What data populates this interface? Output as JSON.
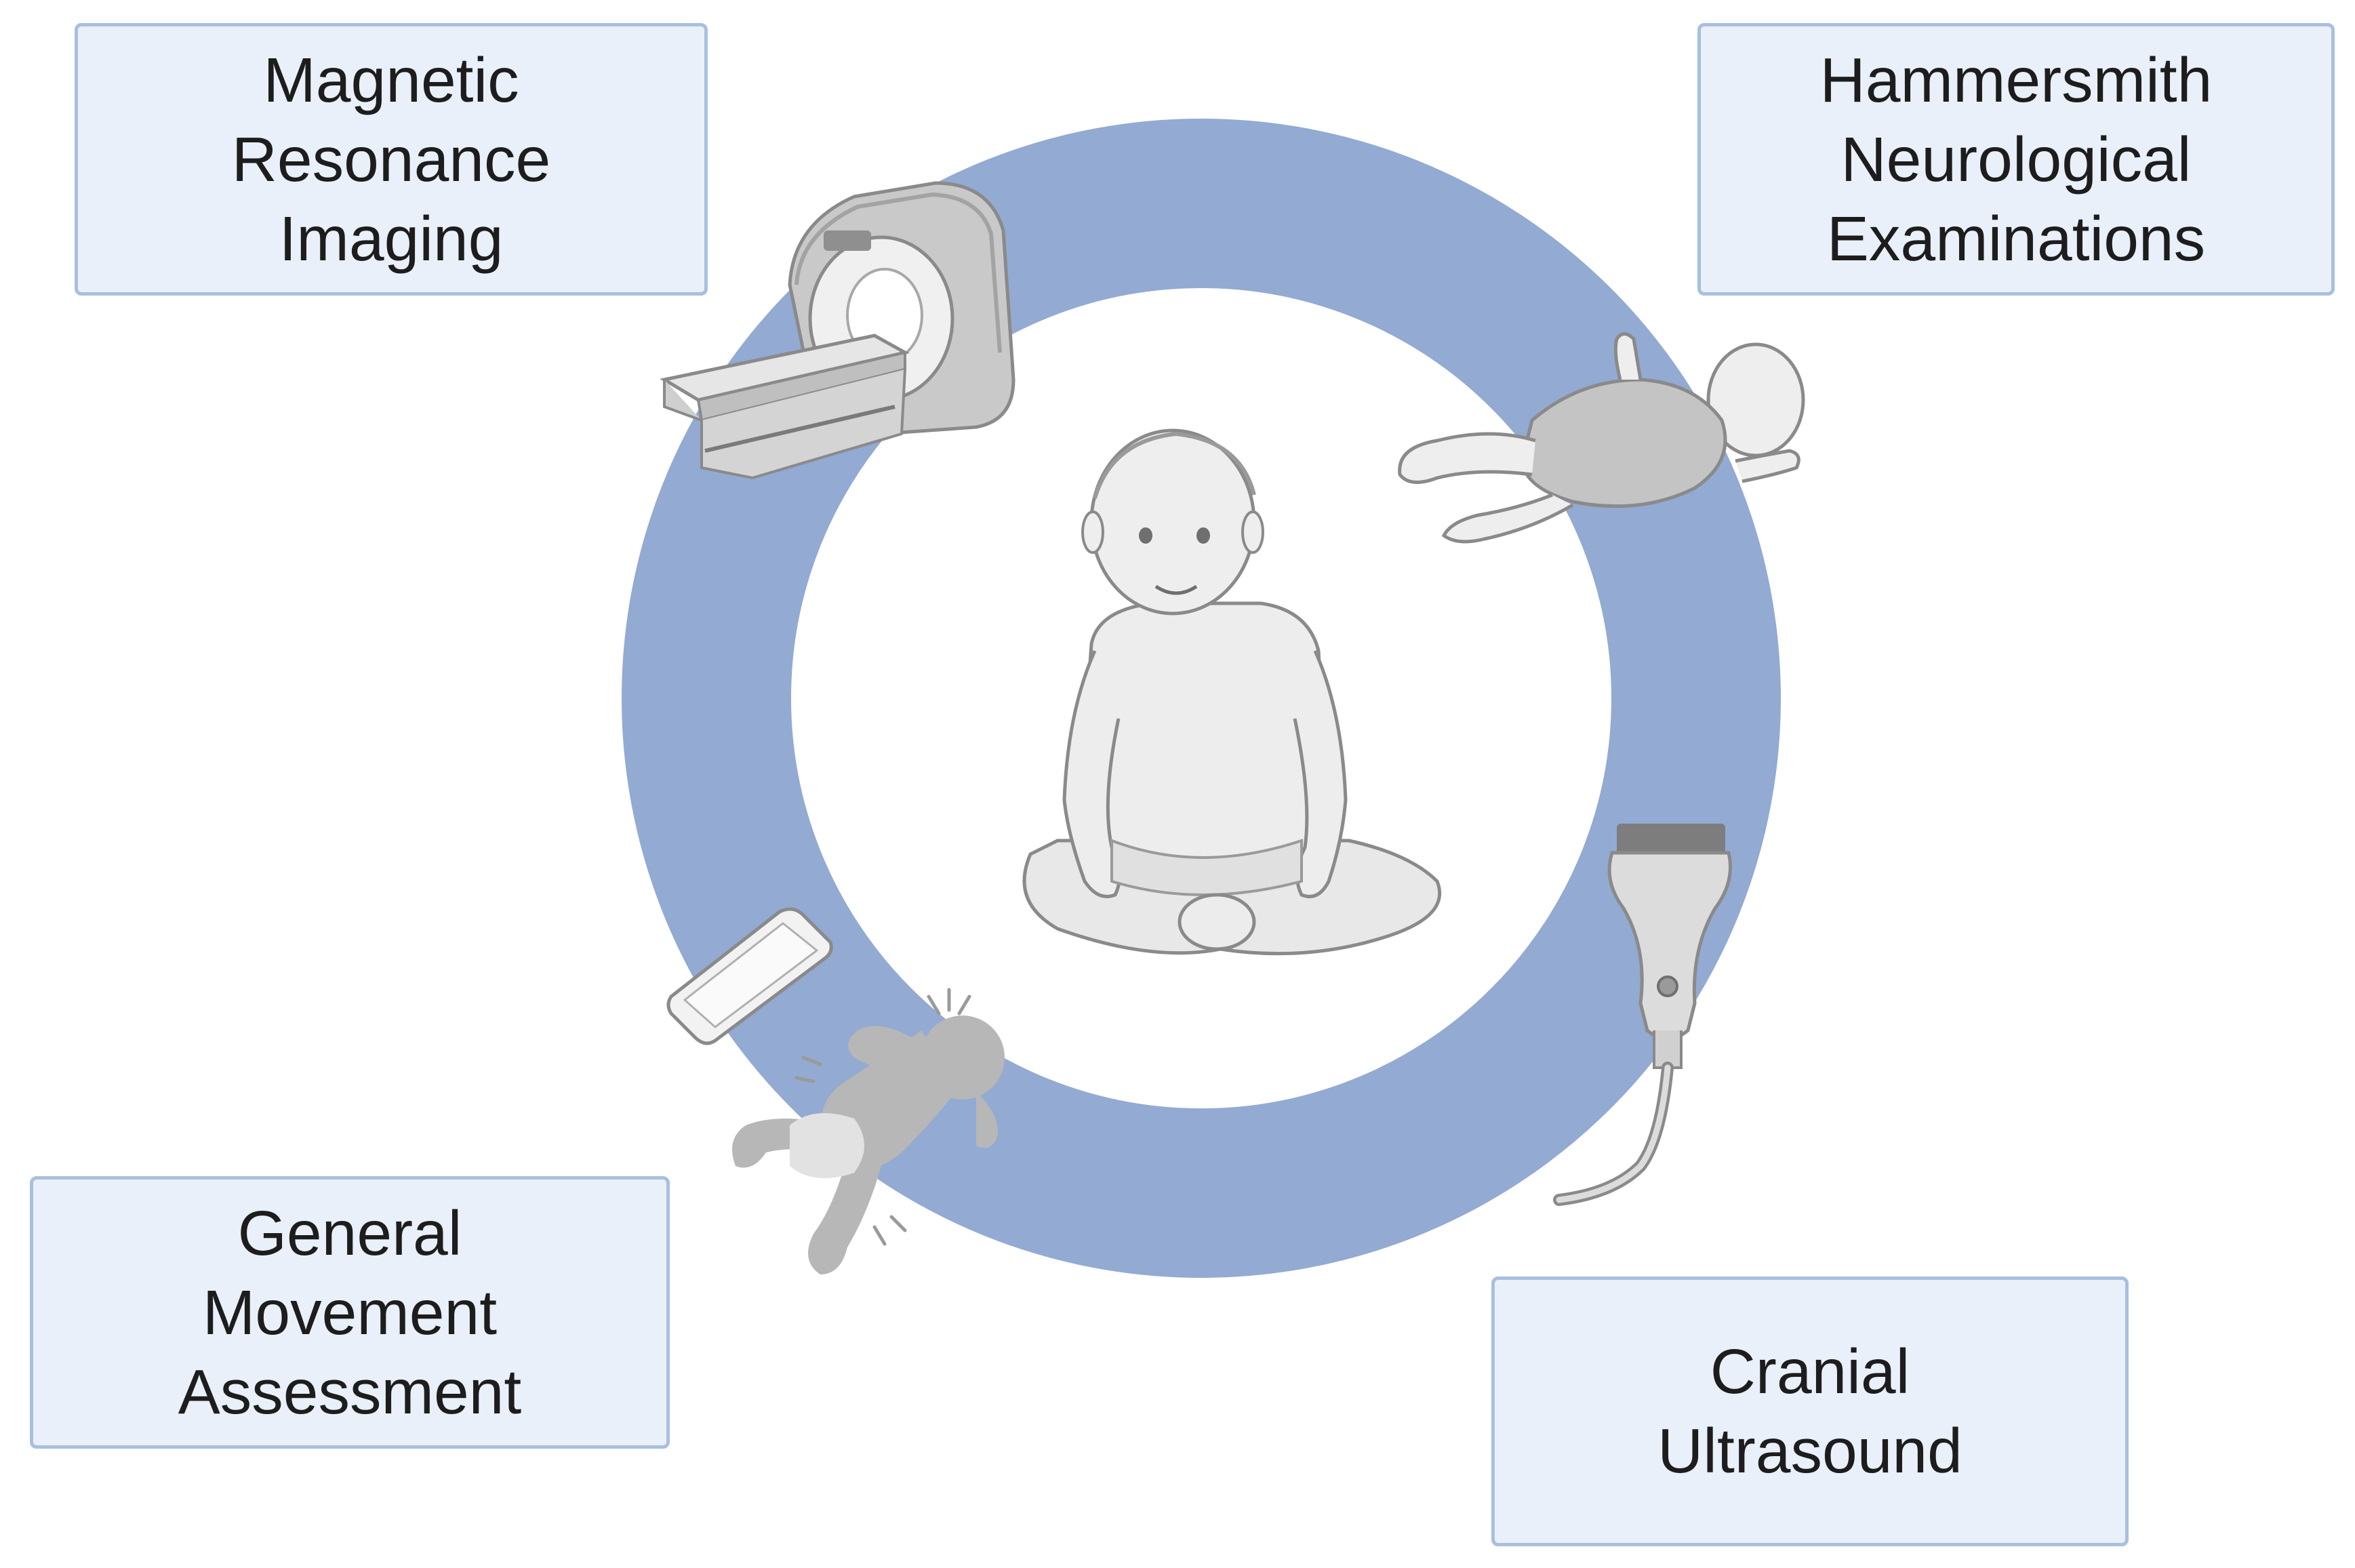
{
  "boxes": {
    "mri": {
      "lines": [
        "Magnetic",
        "Resonance",
        "Imaging"
      ]
    },
    "hne": {
      "lines": [
        "Hammersmith",
        "Neurological",
        "Examinations"
      ]
    },
    "gma": {
      "lines": [
        "General",
        "Movement",
        "Assessment"
      ]
    },
    "cus": {
      "lines": [
        "Cranial",
        "Ultrasound"
      ]
    }
  },
  "icons": {
    "mri": "mri-scanner-icon",
    "hne": "lying-infant-icon",
    "gma": "moving-infant-tablet-icon",
    "cus": "ultrasound-probe-icon",
    "center": "sitting-infant-icon"
  },
  "colors": {
    "ring": "#93aad2",
    "box_fill": "#eaf0fa",
    "box_border": "#a8bfdf",
    "figure_gray": "#bdbdbd"
  }
}
